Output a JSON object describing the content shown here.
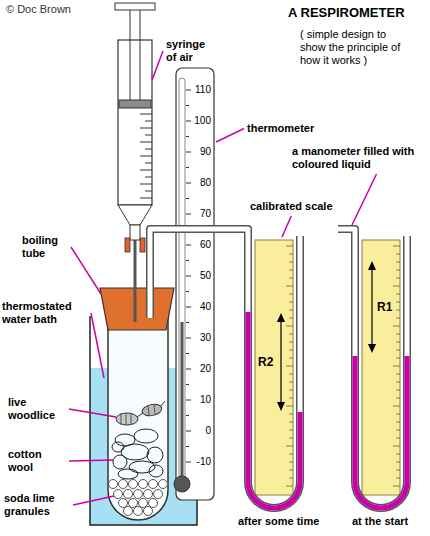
{
  "diagram": {
    "title": "A RESPIROMETER",
    "labels": [
      "© Doc Brown",
      "( simple design to show the principle of how it works )",
      "syringe of air",
      "thermometer",
      "boiling tube",
      "thermostated water bath",
      "live woodlice",
      "cotton wool",
      "soda lime granules",
      "a manometer filled with coloured liquid",
      "calibrated scale",
      "R2",
      "R1",
      "after some time",
      "at the start",
      "110",
      "100",
      "90",
      "80",
      "70",
      "60",
      "50",
      "40",
      "30",
      "20",
      "10",
      "0",
      "-10"
    ]
  }
}
